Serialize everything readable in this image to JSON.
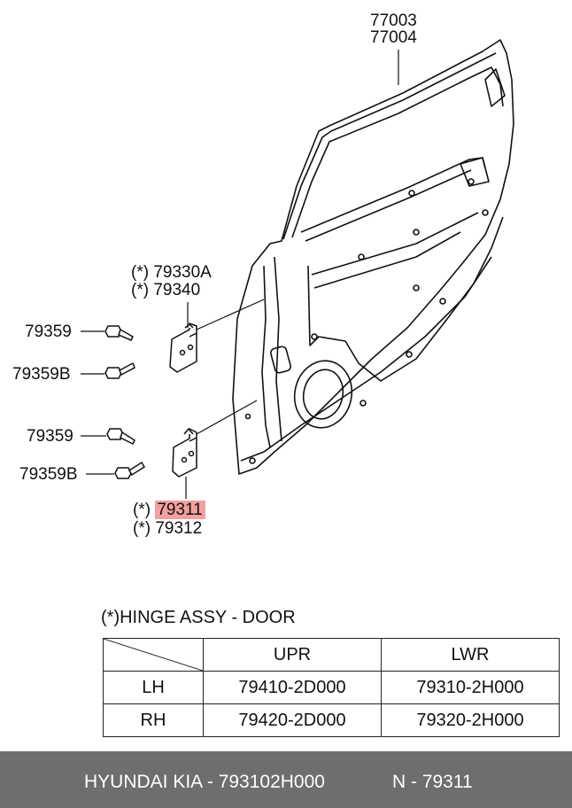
{
  "callouts": {
    "door_panel": [
      "77003",
      "77004"
    ],
    "upper_hinge": [
      "(*) 79330A",
      "(*)  79340"
    ],
    "upper_bolt": "79359",
    "upper_bolt_b": "79359B",
    "lower_bolt": "79359",
    "lower_bolt_b": "79359B",
    "lower_hinge": [
      "(*) 79311",
      "(*) 79312"
    ]
  },
  "highlight": {
    "part_number": "79311",
    "color": "#f4a0a0"
  },
  "legend": {
    "title": "(*)HINGE ASSY - DOOR",
    "columns": [
      "",
      "UPR",
      "LWR"
    ],
    "rows": [
      [
        "LH",
        "79410-2D000",
        "79310-2H000"
      ],
      [
        "RH",
        "79420-2D000",
        "79320-2H000"
      ]
    ]
  },
  "footer": {
    "left": "HYUNDAI  KIA - 793102H000",
    "right": "N - 79311",
    "background": "#6e6e6e"
  }
}
